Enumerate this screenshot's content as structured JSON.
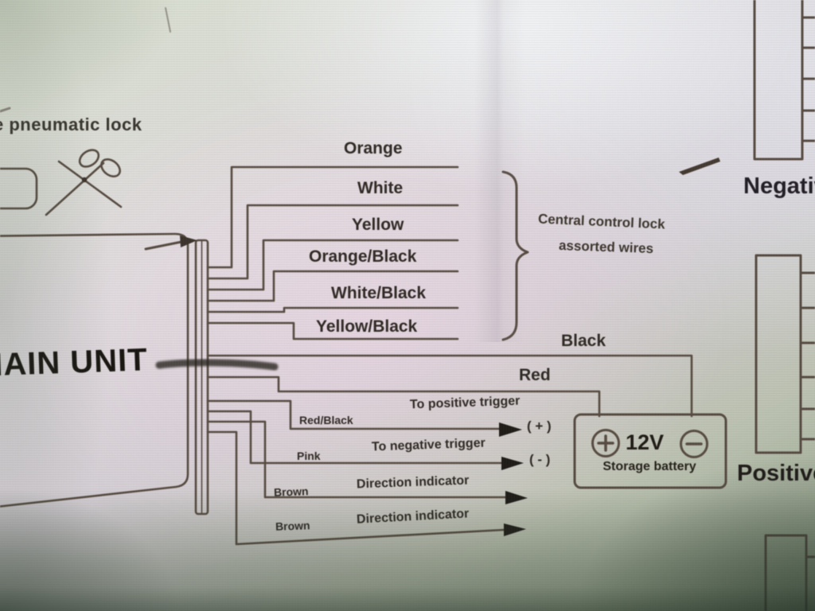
{
  "top_left": {
    "caption": "e pneumatic lock"
  },
  "main_unit": {
    "label": "MAIN UNIT"
  },
  "connector_group": {
    "wires": [
      "Orange",
      "White",
      "Yellow",
      "Orange/Black",
      "White/Black",
      "Yellow/Black"
    ],
    "caption_line1": "Central control lock",
    "caption_line2": "assorted wires"
  },
  "power": {
    "black": "Black",
    "red": "Red"
  },
  "triggers": {
    "positive": {
      "wire": "Red/Black",
      "note": "To positive trigger",
      "terminal": "( + )"
    },
    "negative": {
      "wire": "Pink",
      "note": "To negative trigger",
      "terminal": "( - )"
    }
  },
  "indicators": [
    {
      "wire": "Brown",
      "note": "Direction indicator"
    },
    {
      "wire": "Brown",
      "note": "Direction indicator"
    }
  ],
  "battery": {
    "voltage": "12V",
    "name": "Storage battery"
  },
  "side_labels": {
    "negative": "Negative",
    "positive": "Positive"
  }
}
